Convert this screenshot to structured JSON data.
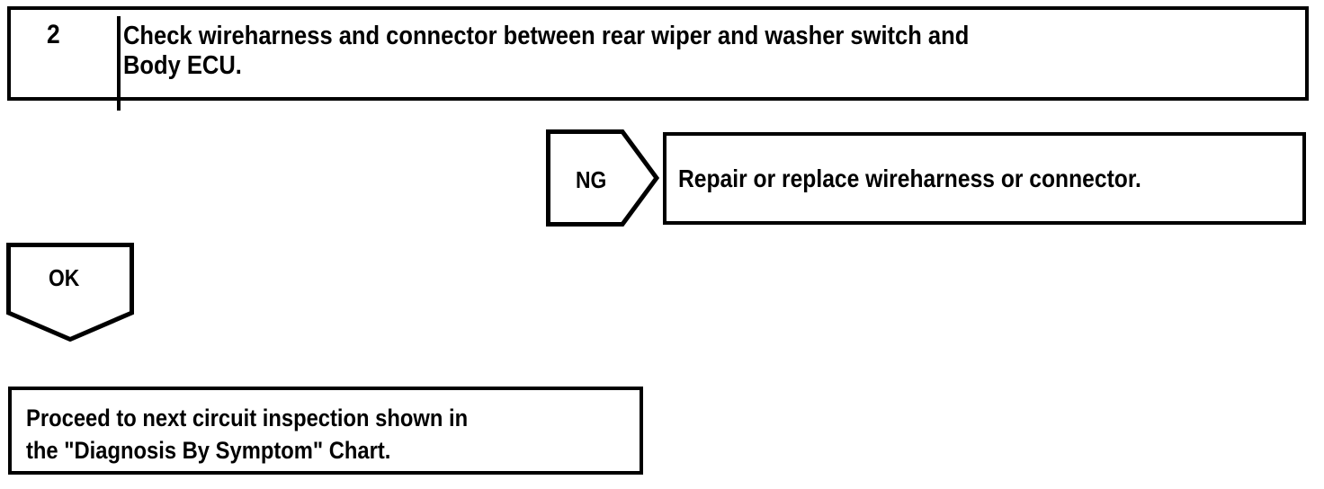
{
  "page": {
    "kind": "troubleshooting-flowchart",
    "background_color": "#ffffff",
    "line_color": "#000000"
  },
  "step": {
    "number": "2",
    "instruction_line1": "Check wireharness and connector between rear wiper and washer switch and",
    "instruction_line2": "Body ECU.",
    "instruction_full": "Check wireharness and connector between rear wiper and washer switch and Body ECU."
  },
  "branch_ng": {
    "connector_label": "NG",
    "connector_shape": "pentagon-arrow-right",
    "result_text": "Repair or replace wireharness or connector."
  },
  "branch_ok": {
    "connector_label": "OK",
    "connector_shape": "pentagon-arrow-down",
    "result_line1": "Proceed to next circuit inspection shown in",
    "result_line2": "the \"Diagnosis By Symptom\" Chart.",
    "result_full": "Proceed to next circuit inspection shown in the \"Diagnosis By Symptom\" Chart."
  }
}
